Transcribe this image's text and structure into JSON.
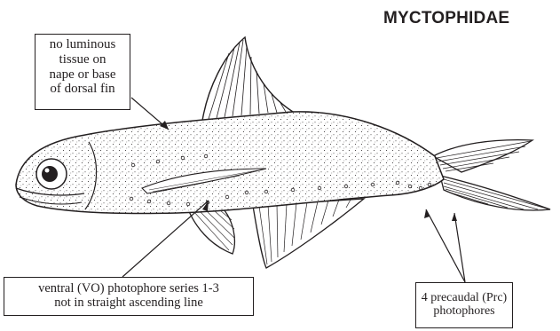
{
  "title": "MYCTOPHIDAE",
  "callouts": {
    "nape": [
      "no luminous",
      "tissue on",
      "nape or base",
      "of dorsal fin"
    ],
    "ventral": [
      "ventral (VO) photophore series 1-3",
      "not in straight ascending line"
    ],
    "precaudal": [
      "4 precaudal (Prc)",
      "photophores"
    ]
  },
  "colors": {
    "ink": "#231f20",
    "background": "#ffffff"
  },
  "illustration": "lanternfish-line-drawing"
}
